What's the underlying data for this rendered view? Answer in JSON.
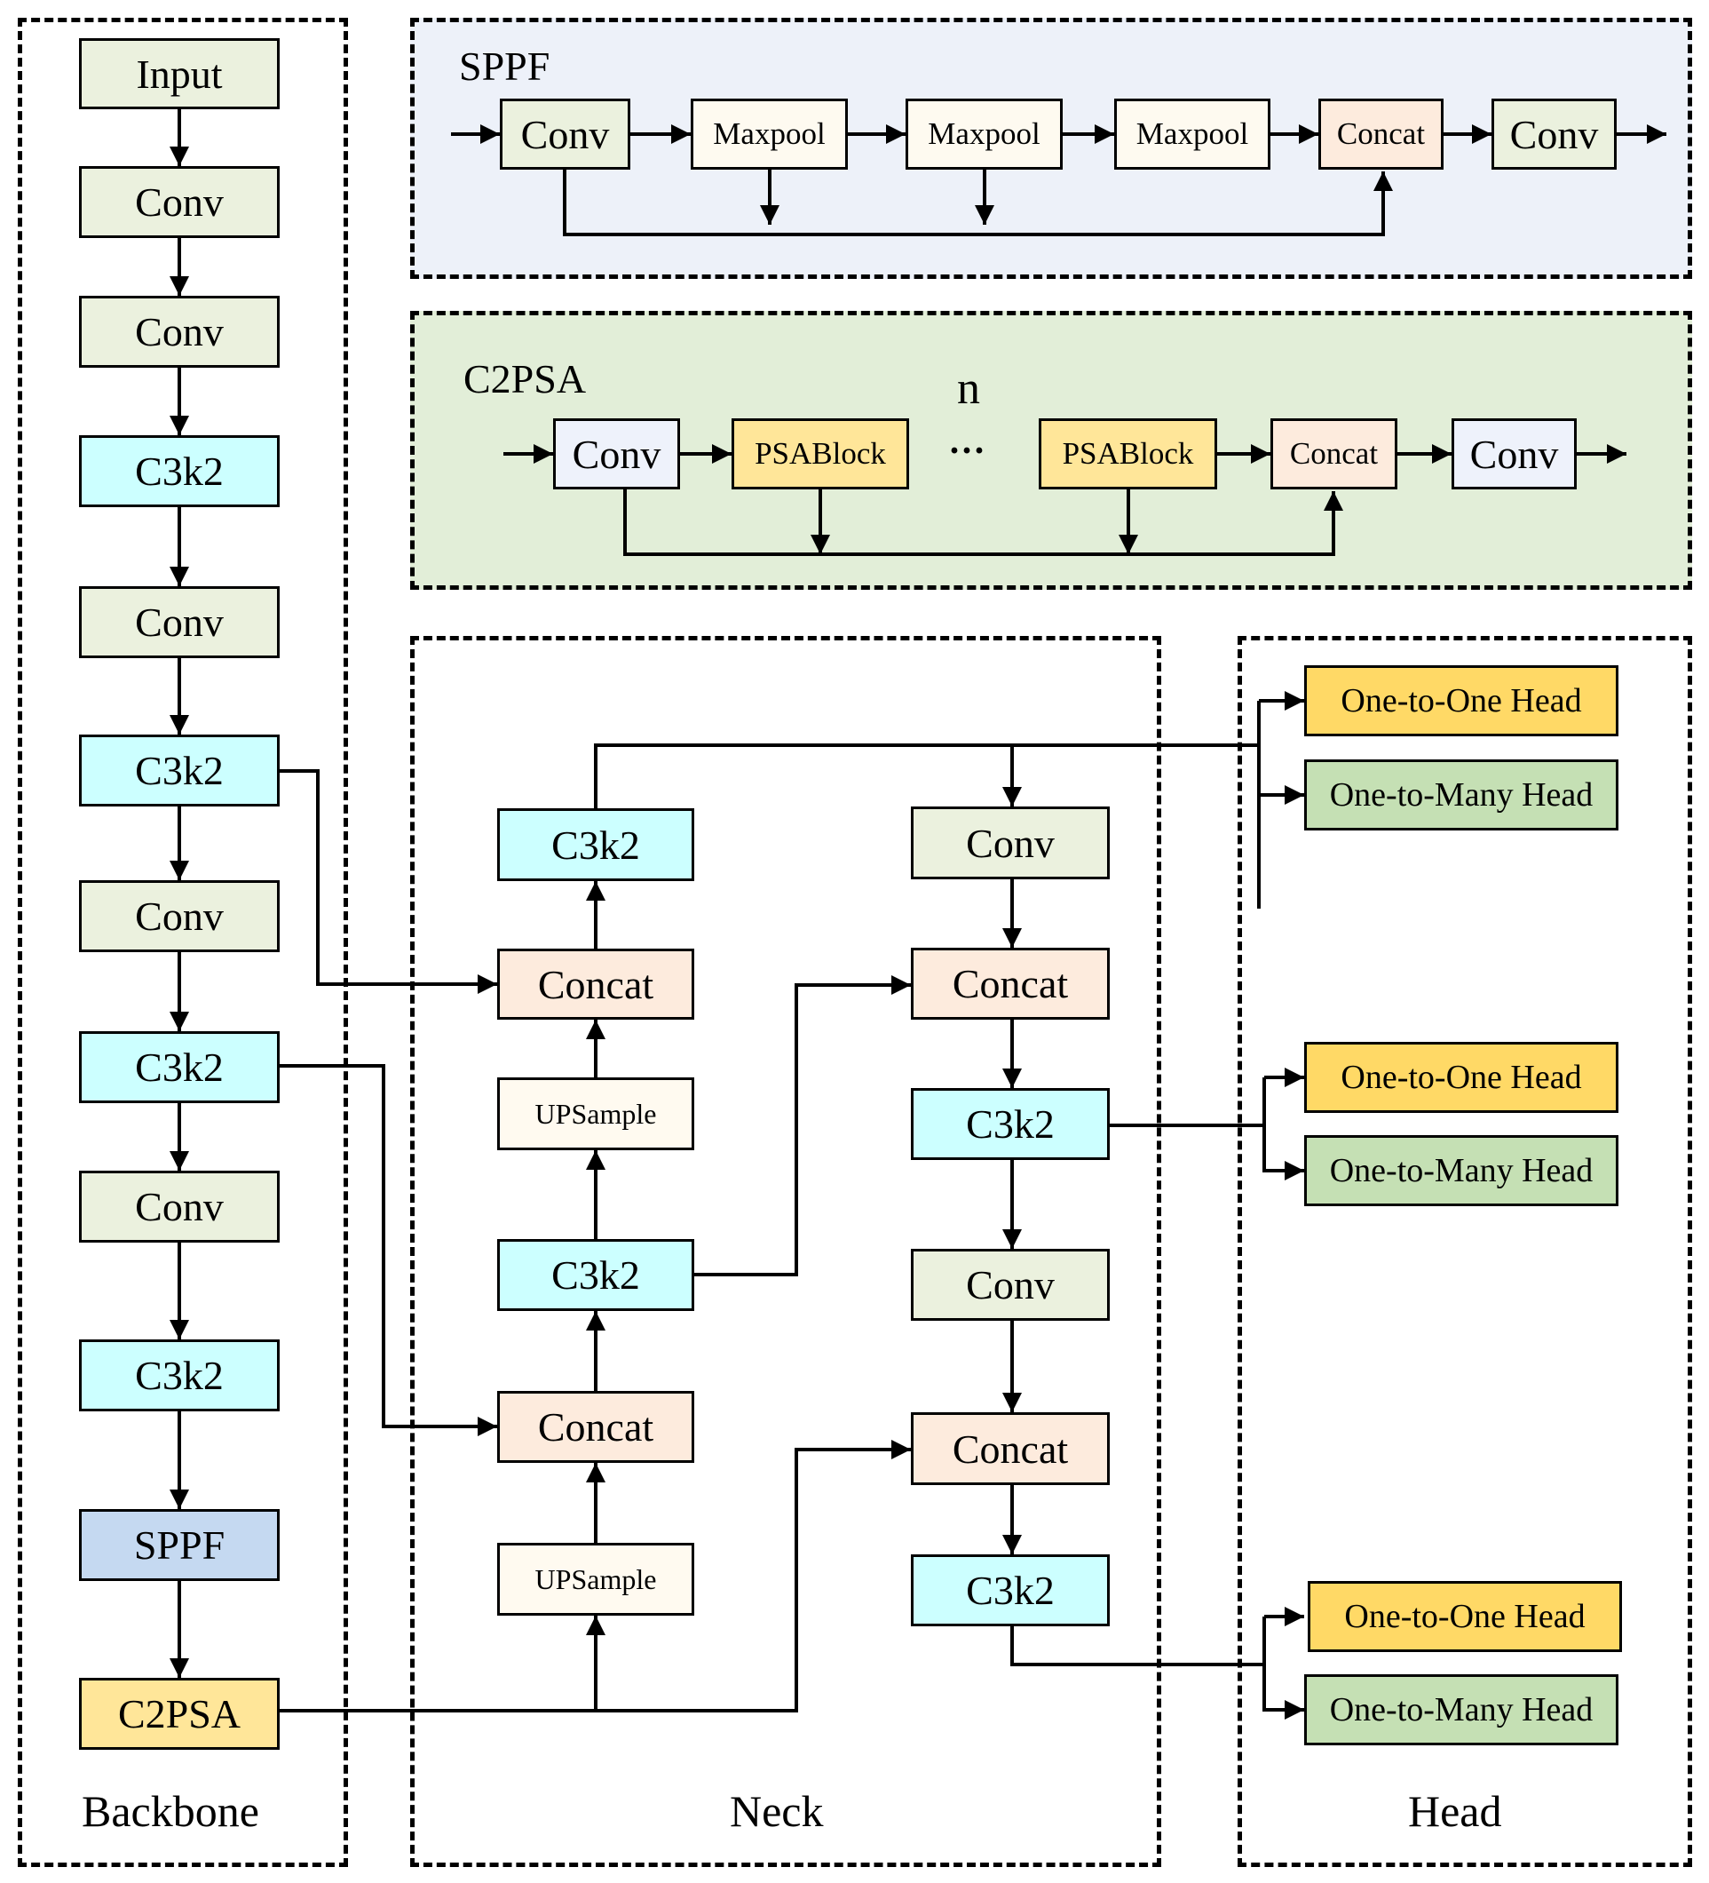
{
  "regions": {
    "backbone": "Backbone",
    "neck": "Neck",
    "head": "Head",
    "sppf": "SPPF",
    "c2psa": "C2PSA"
  },
  "colors": {
    "sppf_panel_bg": "#edf1f9",
    "c2psa_panel_bg": "#e2eed8",
    "conv": "#ebf1de",
    "c3k2": "#ccffff",
    "sppf": "#c5d9f1",
    "c2psa": "#ffe699",
    "concat": "#fdebdd",
    "one_to_one_head": "#ffd966",
    "one_to_many_head": "#c5e0b4"
  },
  "backbone": {
    "blocks": [
      "Input",
      "Conv",
      "Conv",
      "C3k2",
      "Conv",
      "C3k2",
      "Conv",
      "C3k2",
      "Conv",
      "C3k2",
      "SPPF",
      "C2PSA"
    ]
  },
  "sppf_detail": {
    "blocks": [
      "Conv",
      "Maxpool",
      "Maxpool",
      "Maxpool",
      "Concat",
      "Conv"
    ]
  },
  "c2psa_detail": {
    "blocks": [
      "Conv",
      "PSABlock",
      "PSABlock",
      "Concat",
      "Conv"
    ],
    "n_label": "n",
    "ellipsis": "···"
  },
  "neck": {
    "left_column": [
      "C3k2",
      "Concat",
      "UPSample",
      "C3k2",
      "Concat",
      "UPSample"
    ],
    "right_column": [
      "Conv",
      "Concat",
      "C3k2",
      "Conv",
      "Concat",
      "C3k2"
    ]
  },
  "head": {
    "groups": [
      {
        "one_to_one": "One-to-One Head",
        "one_to_many": "One-to-Many Head"
      },
      {
        "one_to_one": "One-to-One Head",
        "one_to_many": "One-to-Many Head"
      },
      {
        "one_to_one": "One-to-One Head",
        "one_to_many": "One-to-Many Head"
      }
    ]
  }
}
